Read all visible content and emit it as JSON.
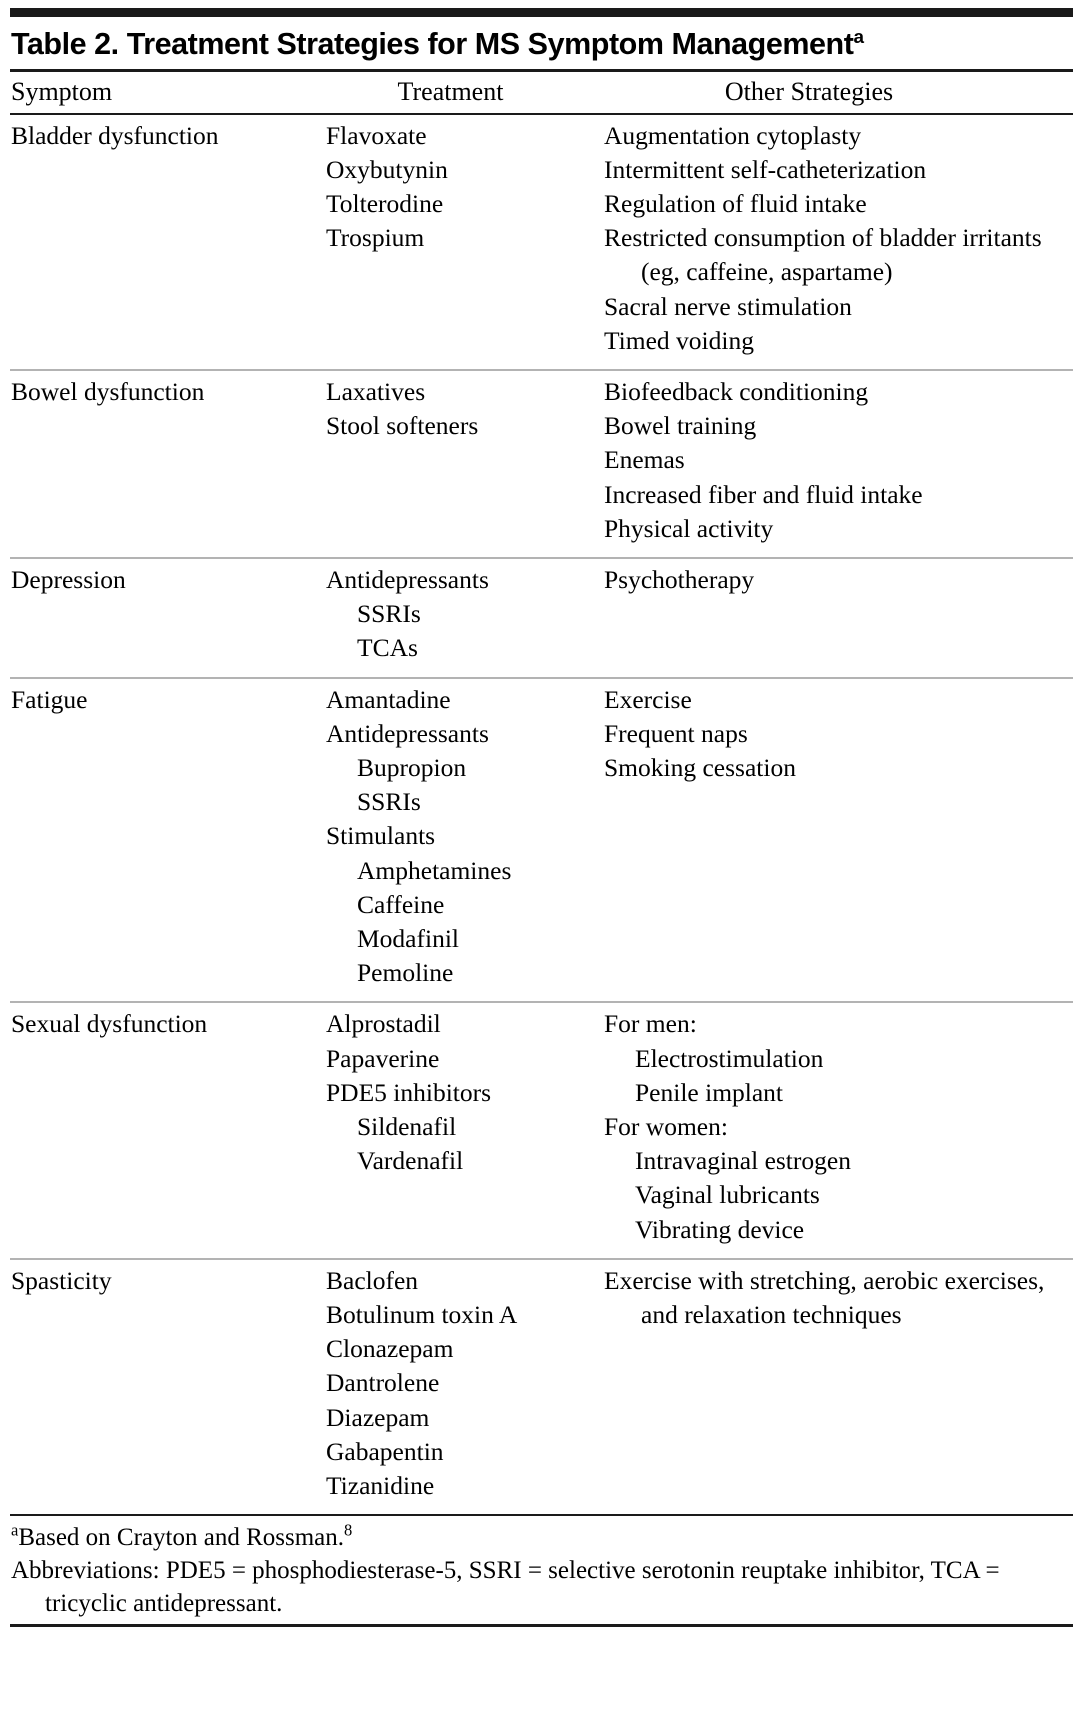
{
  "table": {
    "title": "Table 2. Treatment Strategies for MS Symptom Management",
    "title_footnote_marker": "a",
    "columns": [
      "Symptom",
      "Treatment",
      "Other Strategies"
    ],
    "rows": [
      {
        "symptom": "Bladder dysfunction",
        "treatment": [
          {
            "text": "Flavoxate",
            "indent": 0
          },
          {
            "text": "Oxybutynin",
            "indent": 0
          },
          {
            "text": "Tolterodine",
            "indent": 0
          },
          {
            "text": "Trospium",
            "indent": 0
          }
        ],
        "other": [
          {
            "text": "Augmentation cytoplasty",
            "indent": 0
          },
          {
            "text": "Intermittent self-catheterization",
            "indent": 0
          },
          {
            "text": "Regulation of fluid intake",
            "indent": 0
          },
          {
            "text": "Restricted consumption of bladder irritants (eg, caffeine, aspartame)",
            "indent": 0,
            "wrap": true
          },
          {
            "text": "Sacral nerve stimulation",
            "indent": 0
          },
          {
            "text": "Timed voiding",
            "indent": 0
          }
        ]
      },
      {
        "symptom": "Bowel dysfunction",
        "treatment": [
          {
            "text": "Laxatives",
            "indent": 0
          },
          {
            "text": "Stool softeners",
            "indent": 0
          }
        ],
        "other": [
          {
            "text": "Biofeedback conditioning",
            "indent": 0
          },
          {
            "text": "Bowel training",
            "indent": 0
          },
          {
            "text": "Enemas",
            "indent": 0
          },
          {
            "text": "Increased fiber and fluid intake",
            "indent": 0
          },
          {
            "text": "Physical activity",
            "indent": 0
          }
        ]
      },
      {
        "symptom": "Depression",
        "treatment": [
          {
            "text": "Antidepressants",
            "indent": 0
          },
          {
            "text": "SSRIs",
            "indent": 1
          },
          {
            "text": "TCAs",
            "indent": 1
          }
        ],
        "other": [
          {
            "text": "Psychotherapy",
            "indent": 0
          }
        ]
      },
      {
        "symptom": "Fatigue",
        "treatment": [
          {
            "text": "Amantadine",
            "indent": 0
          },
          {
            "text": "Antidepressants",
            "indent": 0
          },
          {
            "text": "Bupropion",
            "indent": 1
          },
          {
            "text": "SSRIs",
            "indent": 1
          },
          {
            "text": "Stimulants",
            "indent": 0
          },
          {
            "text": "Amphetamines",
            "indent": 1
          },
          {
            "text": "Caffeine",
            "indent": 1
          },
          {
            "text": "Modafinil",
            "indent": 1
          },
          {
            "text": "Pemoline",
            "indent": 1
          }
        ],
        "other": [
          {
            "text": "Exercise",
            "indent": 0
          },
          {
            "text": "Frequent naps",
            "indent": 0
          },
          {
            "text": "Smoking cessation",
            "indent": 0
          }
        ]
      },
      {
        "symptom": "Sexual dysfunction",
        "treatment": [
          {
            "text": "Alprostadil",
            "indent": 0
          },
          {
            "text": "Papaverine",
            "indent": 0
          },
          {
            "text": "PDE5 inhibitors",
            "indent": 0
          },
          {
            "text": "Sildenafil",
            "indent": 1
          },
          {
            "text": "Vardenafil",
            "indent": 1
          }
        ],
        "other": [
          {
            "text": "For men:",
            "indent": 0
          },
          {
            "text": "Electrostimulation",
            "indent": 1
          },
          {
            "text": "Penile implant",
            "indent": 1
          },
          {
            "text": "For women:",
            "indent": 0
          },
          {
            "text": "Intravaginal estrogen",
            "indent": 1
          },
          {
            "text": "Vaginal lubricants",
            "indent": 1
          },
          {
            "text": "Vibrating device",
            "indent": 1
          }
        ]
      },
      {
        "symptom": "Spasticity",
        "treatment": [
          {
            "text": "Baclofen",
            "indent": 0
          },
          {
            "text": "Botulinum toxin A",
            "indent": 0
          },
          {
            "text": "Clonazepam",
            "indent": 0
          },
          {
            "text": "Dantrolene",
            "indent": 0
          },
          {
            "text": "Diazepam",
            "indent": 0
          },
          {
            "text": "Gabapentin",
            "indent": 0
          },
          {
            "text": "Tizanidine",
            "indent": 0
          }
        ],
        "other": [
          {
            "text": "Exercise with stretching, aerobic exercises, and relaxation techniques",
            "indent": 0,
            "wrap": true
          }
        ]
      }
    ],
    "footnotes": {
      "source_marker": "a",
      "source_text": "Based on Crayton and Rossman.",
      "source_reference": "8",
      "abbreviations": "Abbreviations: PDE5 = phosphodiesterase-5, SSRI = selective serotonin reuptake inhibitor, TCA = tricyclic antidepressant."
    }
  }
}
